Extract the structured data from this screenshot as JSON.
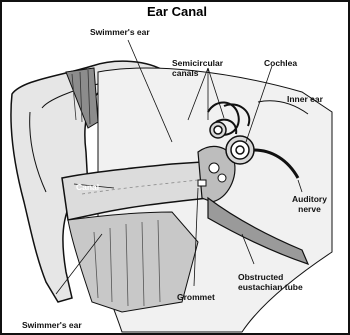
{
  "title": "Ear Canal",
  "labels": {
    "swimmers_ear_top": "Swimmer's ear",
    "semicircular_canals": "Semicircular\ncanals",
    "cochlea": "Cochlea",
    "inner_ear": "Inner ear",
    "canal": "Canal",
    "auditory_nerve": "Auditory\nnerve",
    "grommet": "Grommet",
    "obstructed_eustachian_tube": "Obstructed\neustachian tube",
    "swimmers_ear_bottom": "Swimmer's ear"
  },
  "colors": {
    "ink": "#111111",
    "skin_light": "#e6e6e6",
    "skin_mid": "#c8c8c8",
    "skin_dark": "#8c8c8c",
    "tube": "#dcdcdc"
  }
}
